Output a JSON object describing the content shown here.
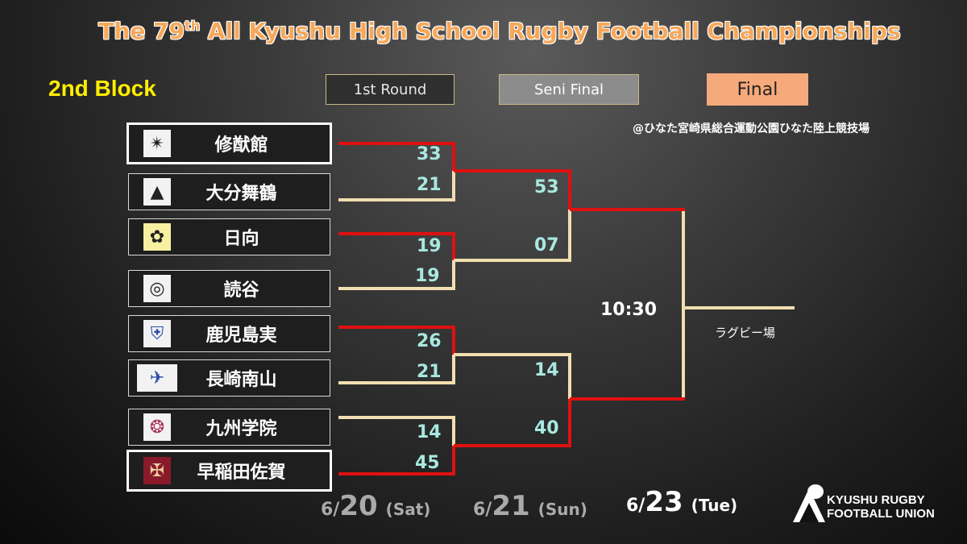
{
  "header": {
    "title_prefix": "The 79",
    "title_sup": "th",
    "title_suffix": " All Kyushu High School Rugby Football Championships",
    "block": "2nd Block"
  },
  "rounds": {
    "first": "1st Round",
    "semi": "Seni Final",
    "final": "Final"
  },
  "venue": "@ひなた宮崎県総合運動公園ひなた陸上競技場",
  "teams": [
    {
      "name": "修猷館",
      "logo_icon": "star-crest-icon",
      "winner": true
    },
    {
      "name": "大分舞鶴",
      "logo_icon": "mountain-crest-icon",
      "winner": false
    },
    {
      "name": "日向",
      "logo_icon": "flower-crest-icon",
      "winner": false
    },
    {
      "name": "読谷",
      "logo_icon": "kanji-crest-icon",
      "winner": false
    },
    {
      "name": "鹿児島実",
      "logo_icon": "shield-crest-icon",
      "winner": false
    },
    {
      "name": "長崎南山",
      "logo_icon": "wing-crest-icon",
      "winner": false
    },
    {
      "name": "九州学院",
      "logo_icon": "ring-crest-icon",
      "winner": false
    },
    {
      "name": "早稲田佐賀",
      "logo_icon": "red-crest-icon",
      "winner": true
    }
  ],
  "first_round_scores": [
    "33",
    "21",
    "19",
    "19",
    "26",
    "21",
    "14",
    "45"
  ],
  "semi_scores": [
    "53",
    "07",
    "14",
    "40"
  ],
  "final": {
    "time": "10:30",
    "field": "ラグビー場"
  },
  "dates": [
    {
      "month": "6/",
      "day": "20",
      "dow": "(Sat)"
    },
    {
      "month": "6/",
      "day": "21",
      "dow": "(Sun)"
    },
    {
      "month": "6/",
      "day": "23",
      "dow": "(Tue)"
    }
  ],
  "union": {
    "line1": "KYUSHU RUGBY",
    "line2": "FOOTBALL UNION"
  },
  "colors": {
    "winner_line": "#e01010",
    "loser_line": "#f2deb0",
    "score": "#a8e8e0",
    "title": "#f6a85a",
    "block": "#ffee00"
  }
}
